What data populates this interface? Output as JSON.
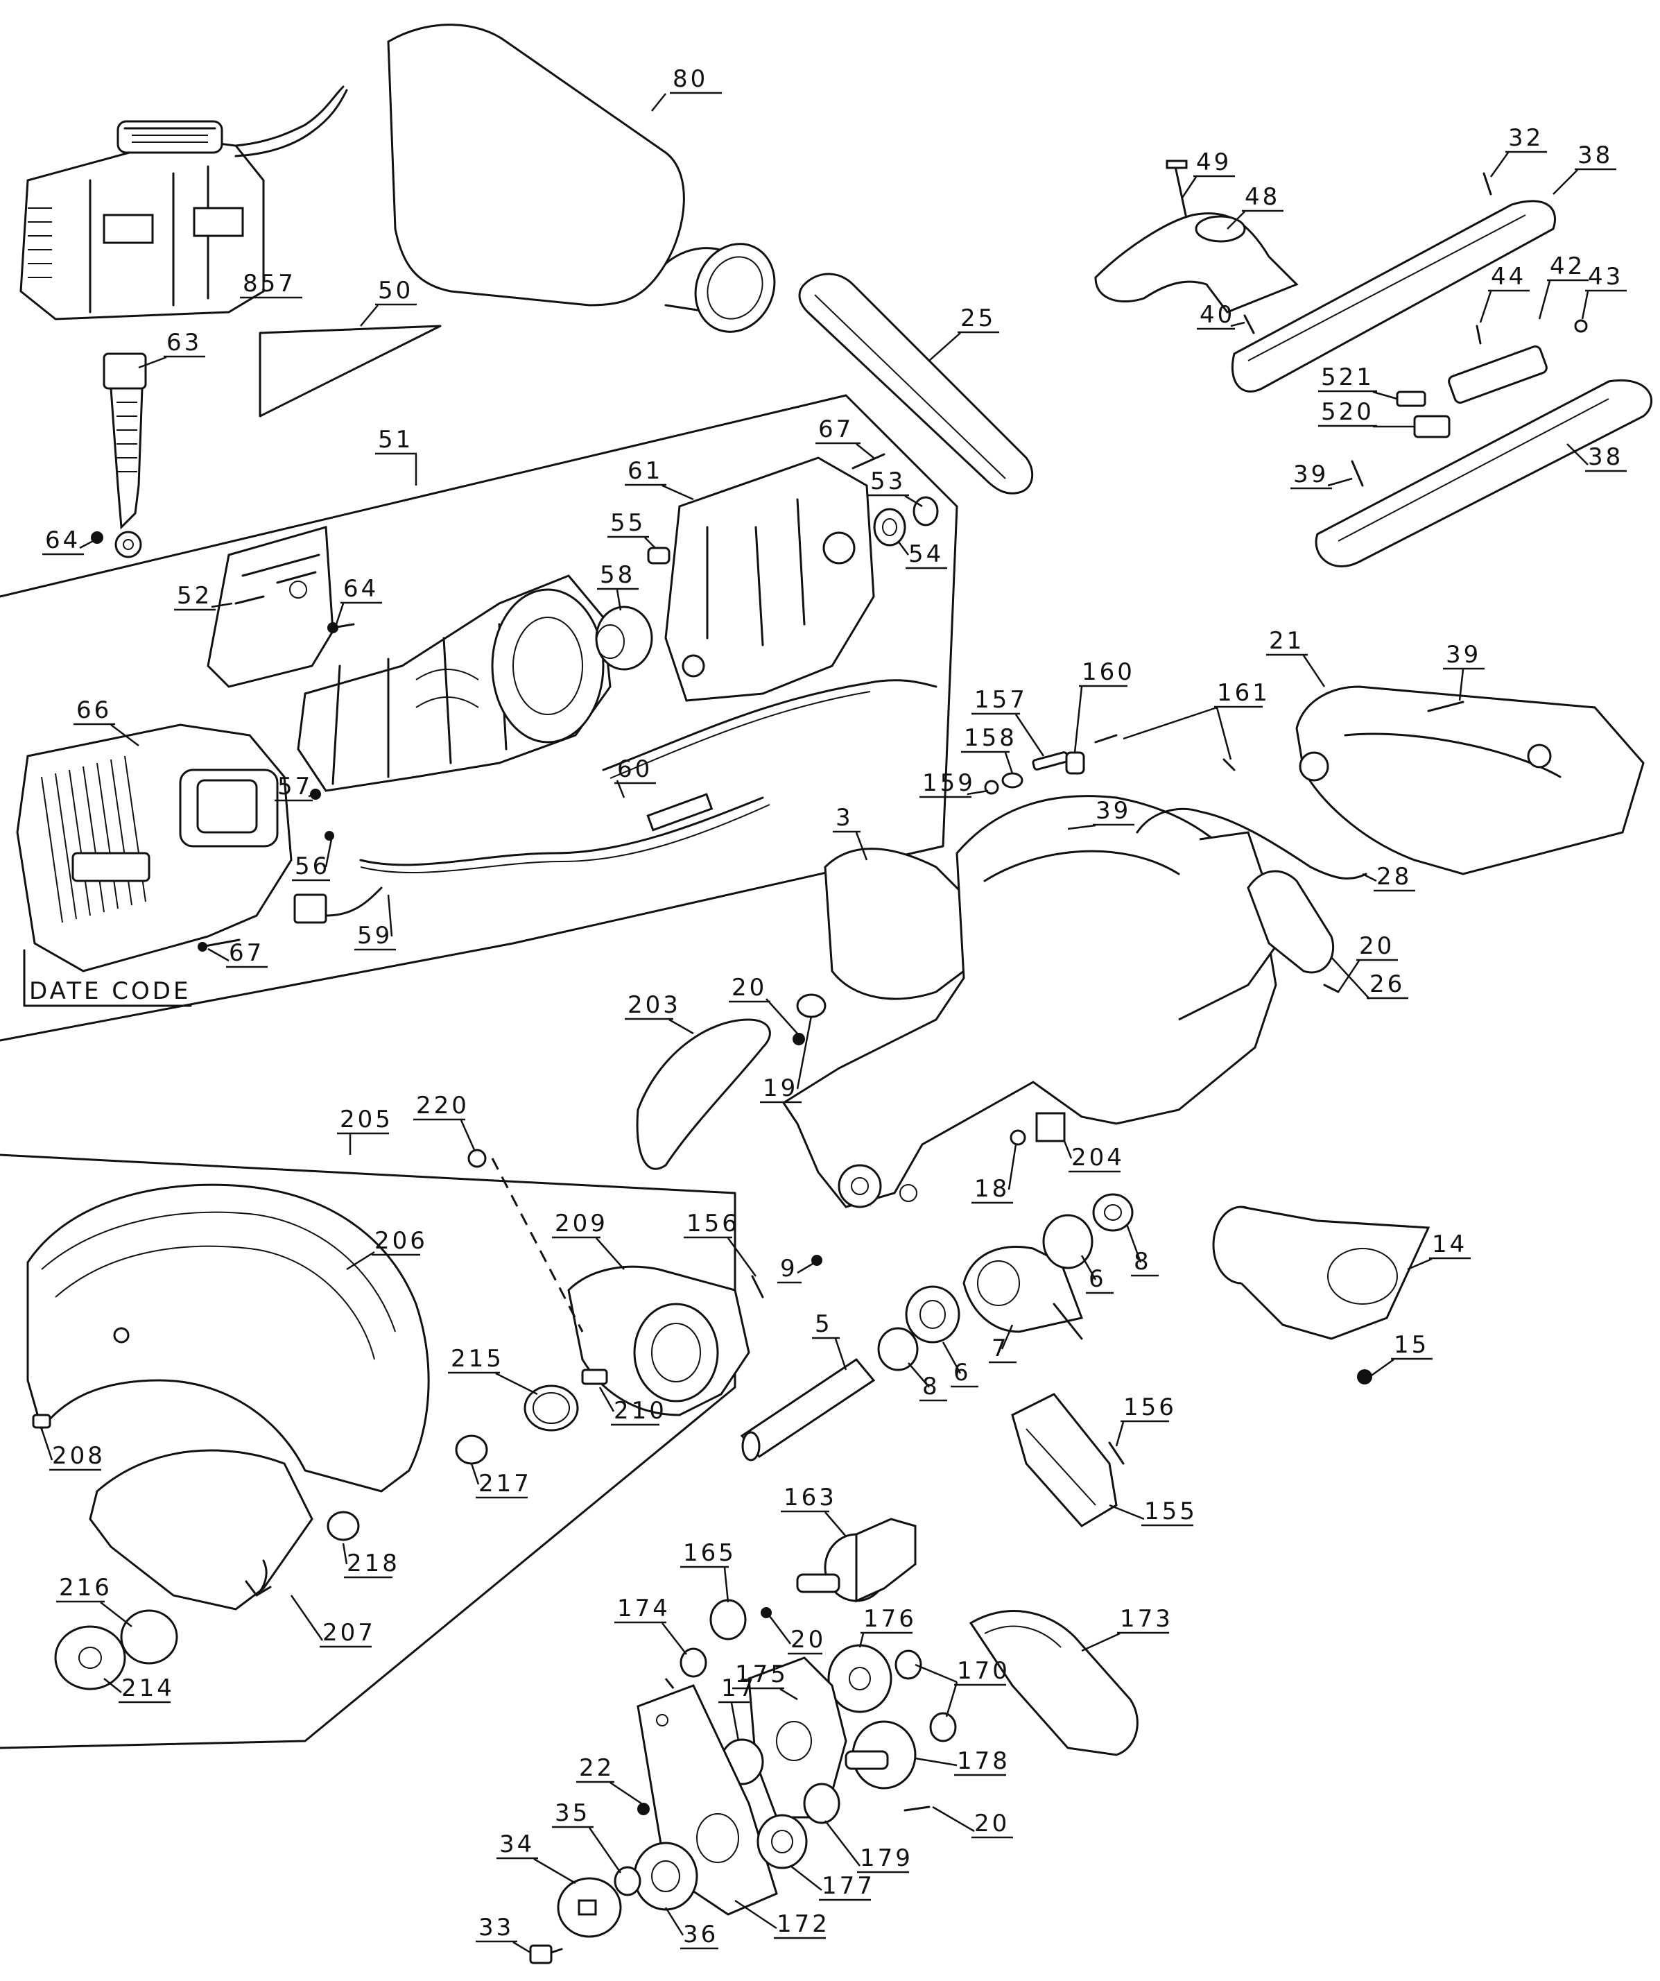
{
  "diagram": {
    "labels": {
      "p80": "80",
      "p857": "857",
      "p50": "50",
      "p63": "63",
      "p64a": "64",
      "p51": "51",
      "p67a": "67",
      "p61": "61",
      "p53": "53",
      "p55": "55",
      "p54": "54",
      "p58": "58",
      "p52": "52",
      "p64b": "64",
      "p66": "66",
      "p57": "57",
      "p56": "56",
      "p60": "60",
      "p59": "59",
      "p67b": "67",
      "p25": "25",
      "p49": "49",
      "p32": "32",
      "p38a": "38",
      "p48": "48",
      "p44": "44",
      "p42": "42",
      "p43": "43",
      "p40": "40",
      "p521": "521",
      "p520": "520",
      "p39a": "39",
      "p38b": "38",
      "p21": "21",
      "p39b": "39",
      "p160": "160",
      "p161": "161",
      "p157": "157",
      "p158": "158",
      "p159": "159",
      "p39c": "39",
      "p3": "3",
      "p28": "28",
      "p20a": "20",
      "p26": "26",
      "p203": "203",
      "p20b": "20",
      "p19": "19",
      "p205": "205",
      "p220": "220",
      "p204": "204",
      "p18": "18",
      "p206": "206",
      "p209": "209",
      "p156a": "156",
      "p9": "9",
      "p6a": "6",
      "p8a": "8",
      "p14": "14",
      "p5": "5",
      "p7": "7",
      "p6b": "6",
      "p8b": "8",
      "p15": "15",
      "p215": "215",
      "p210": "210",
      "p156b": "156",
      "p208": "208",
      "p217": "217",
      "p155": "155",
      "p218": "218",
      "p163": "163",
      "p216": "216",
      "p207": "207",
      "p165": "165",
      "p20c": "20",
      "p176": "176",
      "p173": "173",
      "p174": "174",
      "p214": "214",
      "p175": "175",
      "p171": "17",
      "p170": "170",
      "p178": "178",
      "p22": "22",
      "p20d": "20",
      "p35": "35",
      "p179": "179",
      "p34": "34",
      "p177": "177",
      "p33": "33",
      "p36": "36",
      "p172": "172"
    },
    "date_code": "DATE CODE"
  }
}
